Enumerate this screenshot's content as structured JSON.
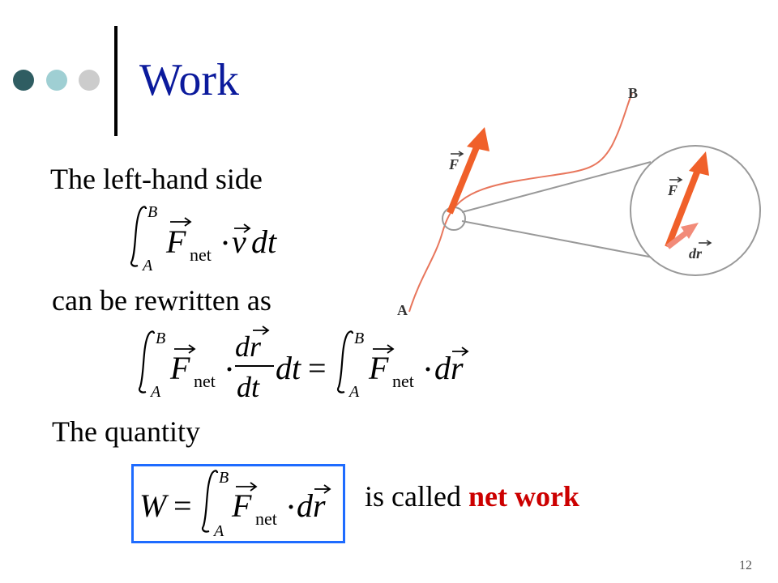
{
  "slide": {
    "title": "Work",
    "line1": "The left-hand side",
    "line2": "can be rewritten as",
    "line3": "The quantity",
    "called_prefix": "is called ",
    "called_highlight": "net work",
    "page_number": "12"
  },
  "diagram": {
    "label_a": "A",
    "label_b": "B",
    "label_f_outer": "F",
    "label_f_inner": "F",
    "label_dr": "dr"
  },
  "math": {
    "upper_limit": "B",
    "lower_limit": "A",
    "force": "F",
    "net_sub": "net",
    "velocity": "v",
    "dt": "dt",
    "dr_num": "dr",
    "dt_den": "dt",
    "equals": "=",
    "work": "W"
  },
  "colors": {
    "title": "#0b1a9c",
    "dot1": "#2f5d62",
    "dot2": "#9fcfd3",
    "dot3": "#cccccc",
    "arrow": "#f0602a",
    "arrow_light": "#f28b79",
    "path": "#e8765c",
    "box_border": "#1e6bff",
    "highlight": "#cc0000"
  }
}
